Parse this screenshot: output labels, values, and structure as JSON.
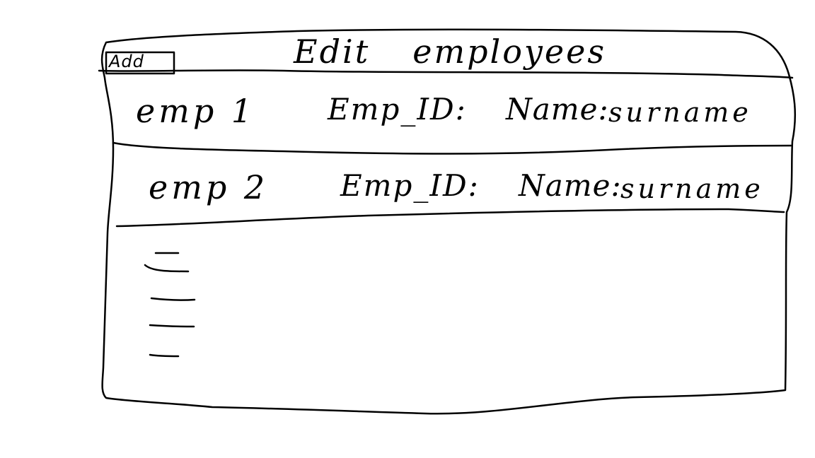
{
  "window": {
    "title_part1": "Edit",
    "title_part2": "employees",
    "add_button_label": "Add"
  },
  "employees": [
    {
      "label": "emp 1",
      "id_label": "Emp_ID:",
      "name_label": "Name:",
      "surname": "surname"
    },
    {
      "label": "emp 2",
      "id_label": "Emp_ID:",
      "name_label": "Name:",
      "surname": "surname"
    }
  ],
  "placeholder_lines_count": 5,
  "colors": {
    "ink": "#000000",
    "paper": "#ffffff"
  }
}
